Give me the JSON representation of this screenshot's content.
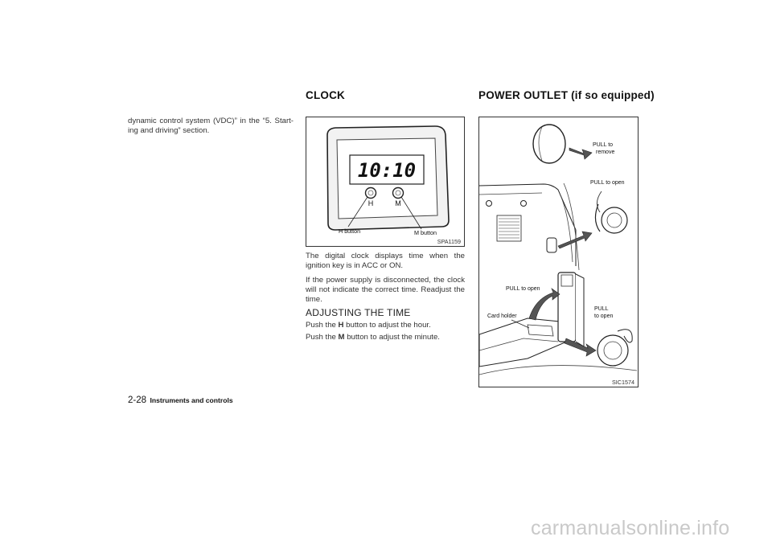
{
  "left_column": {
    "continuation_text": "dynamic control system (VDC)” in the “5. Start-ing and driving” section."
  },
  "clock_section": {
    "heading": "CLOCK",
    "figure": {
      "display_time": "10:10",
      "h_label": "H",
      "m_label": "M",
      "h_button_callout": "H button",
      "m_button_callout": "M button",
      "code": "SPA1159"
    },
    "para1": "The digital clock displays time when the ignition key is in ACC or ON.",
    "para2": "If the power supply is disconnected, the clock will not indicate the correct time. Readjust the time.",
    "subheading": "ADJUSTING THE TIME",
    "step1_prefix": "Push the",
    "step1_key": "H",
    "step1_suffix": "button to adjust the hour.",
    "step2_prefix": "Push the",
    "step2_key": "M",
    "step2_suffix": "button to adjust the minute."
  },
  "power_outlet_section": {
    "heading": "POWER OUTLET (if so equipped)",
    "figure": {
      "pull_remove_1": "PULL to",
      "pull_remove_2": "remove",
      "pull_open_top": "PULL to open",
      "pull_open_mid": "PULL to open",
      "card_holder": "Card holder",
      "pull_1": "PULL",
      "pull_2": "to open",
      "code": "SIC1574"
    }
  },
  "footer": {
    "page_number": "2-28",
    "section_label": "Instruments and controls"
  },
  "watermark": "carmanualsonline.info"
}
